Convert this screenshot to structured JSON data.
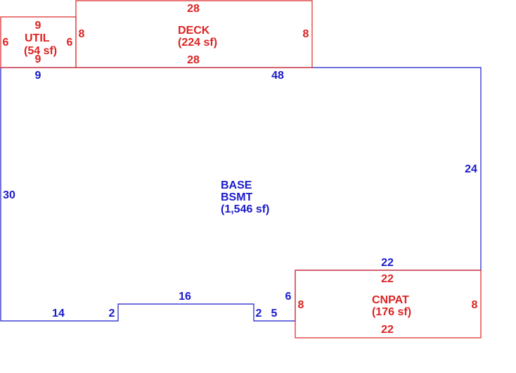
{
  "colors": {
    "base": "#1a1acc",
    "addition": "#dd2222"
  },
  "areas": {
    "util": {
      "name": "UTIL",
      "area": "(54 sf)"
    },
    "deck": {
      "name": "DECK",
      "area": "(224 sf)"
    },
    "base": {
      "name1": "BASE",
      "name2": "BSMT",
      "area": "(1,546 sf)"
    },
    "cnpat": {
      "name": "CNPAT",
      "area": "(176 sf)"
    }
  },
  "dims": {
    "util": {
      "top": "9",
      "left": "6",
      "right": "6",
      "bottom": "9"
    },
    "deck": {
      "top": "28",
      "left": "8",
      "right": "8",
      "bottom": "28"
    },
    "base": {
      "top_left": "9",
      "top_right": "48",
      "left": "30",
      "right": "24",
      "bottom_left": "14",
      "notch_left": "2",
      "notch_top": "16",
      "notch_right": "2",
      "bottom_mid": "5",
      "step_up": "6",
      "step_top": "22"
    },
    "cnpat": {
      "top": "22",
      "left": "8",
      "right": "8",
      "bottom": "22"
    }
  }
}
